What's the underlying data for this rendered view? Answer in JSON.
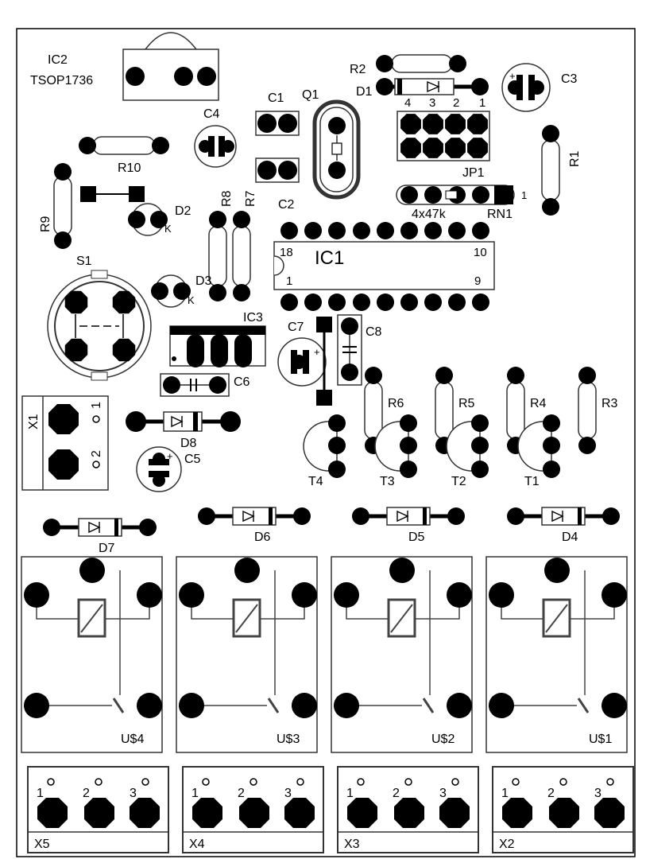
{
  "board": {
    "ic2": {
      "ref": "IC2",
      "value": "TSOP1736"
    },
    "c4": "C4",
    "c1": "C1",
    "c2": "C2",
    "q1": "Q1",
    "r2": "R2",
    "d1": "D1",
    "c3": "C3",
    "r10": "R10",
    "r9": "R9",
    "d2": "D2",
    "r8": "R8",
    "r7": "R7",
    "jp1": {
      "ref": "JP1",
      "pins": [
        "4",
        "3",
        "2",
        "1"
      ]
    },
    "r1": "R1",
    "rn1": {
      "ref": "RN1",
      "value": "4x47k",
      "pin1": "1"
    },
    "ic1": {
      "ref": "IC1",
      "pin18": "18",
      "pin10": "10",
      "pin1": "1",
      "pin9": "9"
    },
    "s1": "S1",
    "d3": "D3",
    "ic3": "IC3",
    "c7": "C7",
    "c8": "C8",
    "c6": "C6",
    "x1": {
      "ref": "X1",
      "pin1": "1",
      "pin2": "2"
    },
    "d8": "D8",
    "c5": "C5",
    "r6": "R6",
    "r5": "R5",
    "r4": "R4",
    "r3": "R3",
    "t4": "T4",
    "t3": "T3",
    "t2": "T2",
    "t1": "T1",
    "d7": "D7",
    "d6": "D6",
    "d5": "D5",
    "d4": "D4",
    "relays": [
      "U$4",
      "U$3",
      "U$2",
      "U$1"
    ],
    "terminals": [
      {
        "ref": "X5",
        "pins": [
          "1",
          "2",
          "3"
        ]
      },
      {
        "ref": "X4",
        "pins": [
          "1",
          "2",
          "3"
        ]
      },
      {
        "ref": "X3",
        "pins": [
          "1",
          "2",
          "3"
        ]
      },
      {
        "ref": "X2",
        "pins": [
          "1",
          "2",
          "3"
        ]
      }
    ]
  },
  "colors": {
    "ink": "#000000",
    "paper": "#ffffff",
    "body_gray": "#e8e8e8",
    "outline": "#333333"
  }
}
